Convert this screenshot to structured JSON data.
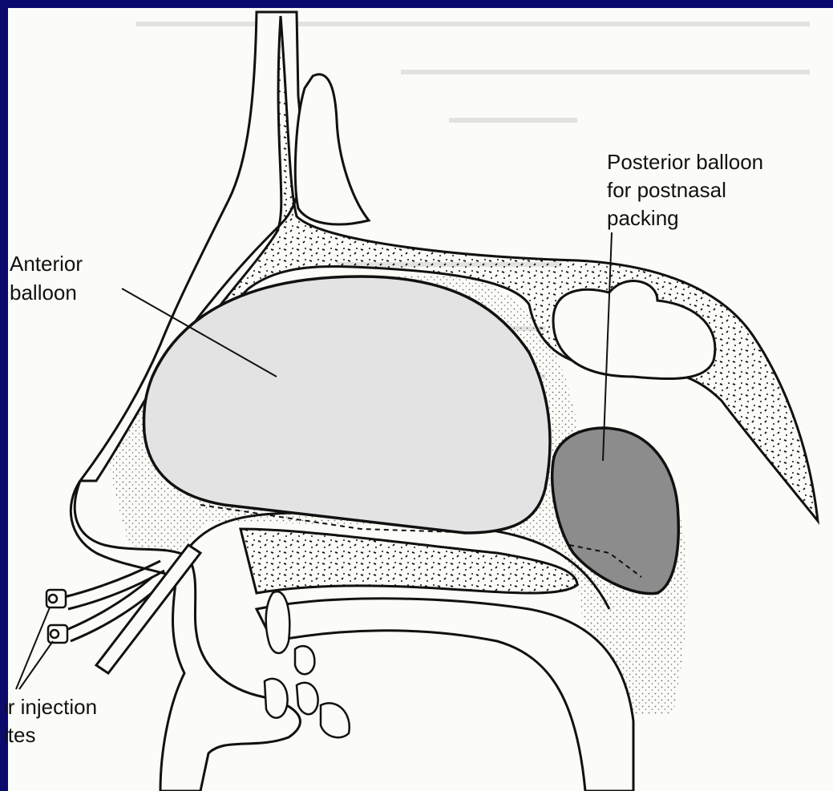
{
  "labels": {
    "anterior_balloon": [
      "Anterior",
      "balloon"
    ],
    "posterior_balloon": [
      "Posterior balloon",
      "for postnasal",
      "packing"
    ],
    "air_injection": [
      "ir injection",
      "ites"
    ]
  },
  "colors": {
    "slide_background": "#0b0b6e",
    "paper": "#fbfbf7",
    "anterior_balloon_fill": "#e3e3e3",
    "posterior_balloon_fill": "#8c8c8c",
    "ink": "#111111"
  }
}
